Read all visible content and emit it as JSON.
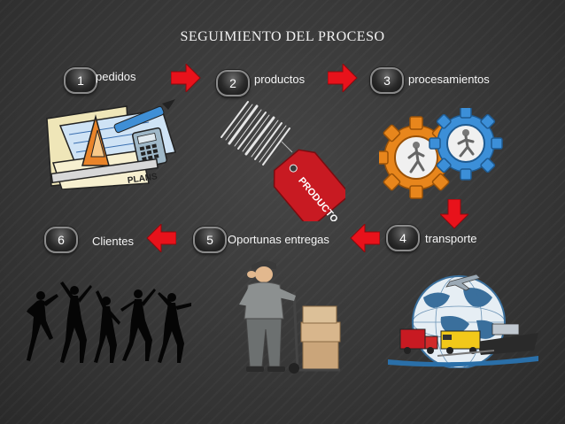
{
  "title": "SEGUIMIENTO DEL PROCESO",
  "steps": [
    {
      "number": "1",
      "label": "pedidos"
    },
    {
      "number": "2",
      "label": "productos"
    },
    {
      "number": "3",
      "label": "procesamientos"
    },
    {
      "number": "4",
      "label": "transporte"
    },
    {
      "number": "5",
      "label": "Oportunas entregas"
    },
    {
      "number": "6",
      "label": "Clientes"
    }
  ],
  "tag_text": "PRODUCTO",
  "plans_text": "PLANS",
  "arrow_color": "#e8121b"
}
